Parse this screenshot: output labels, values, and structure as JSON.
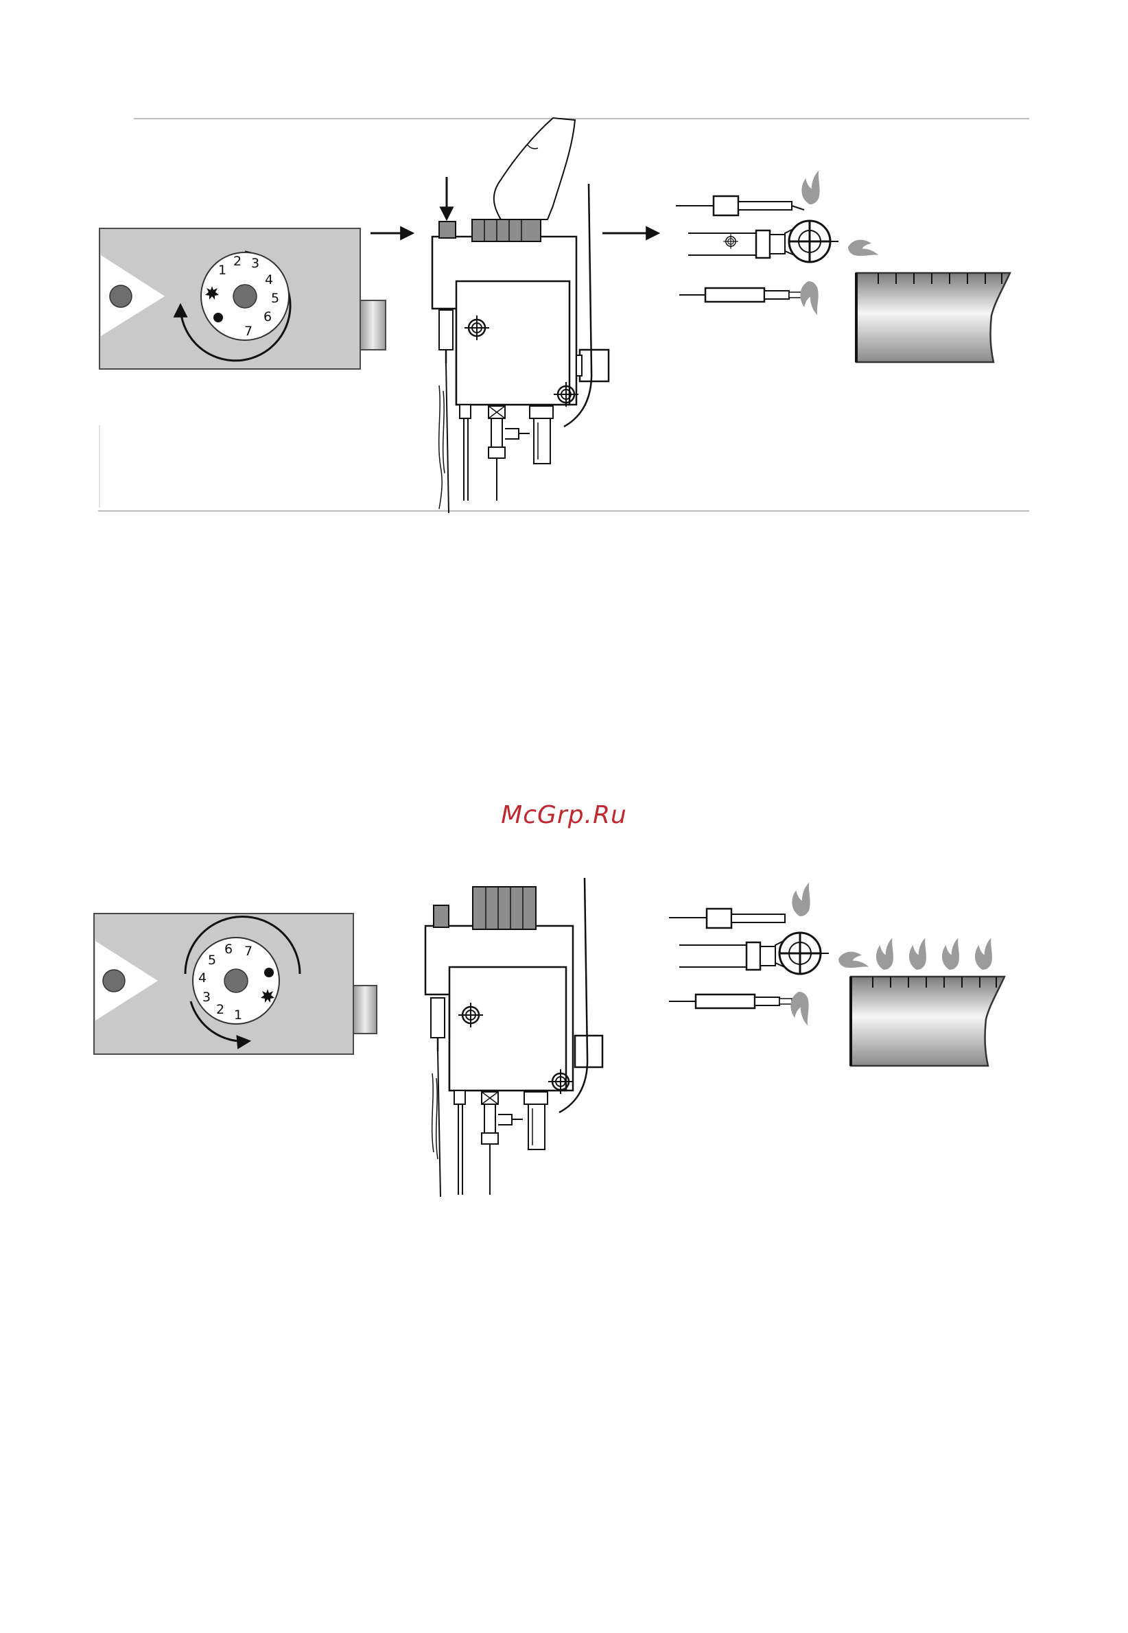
{
  "watermark": {
    "text": "McGrp.Ru",
    "color": "#c0282f"
  },
  "colors": {
    "panel": "#c9c9c9",
    "panel_stroke": "#4a4a4a",
    "line": "#111111",
    "flame": "#9b9b9b",
    "knob": "#6e6e6e",
    "valve_body": "#ffffff",
    "button_top": "#8d8d8d"
  },
  "figures": [
    {
      "id": "step-1-ignition",
      "dial_numbers": [
        "1",
        "2",
        "3",
        "4",
        "5",
        "6",
        "7"
      ],
      "dial_marks": [
        "spark-icon",
        "dot-icon"
      ],
      "rotation": "counter-clockwise",
      "pilot_button": "pressed",
      "flames": "pilot-only"
    },
    {
      "id": "step-2-operation",
      "dial_numbers": [
        "7",
        "6",
        "5",
        "4",
        "3",
        "2",
        "1"
      ],
      "dial_marks": [
        "dot-icon",
        "spark-icon"
      ],
      "rotation": "clockwise",
      "pilot_button": "released",
      "flames": "pilot-and-main-burner"
    }
  ]
}
